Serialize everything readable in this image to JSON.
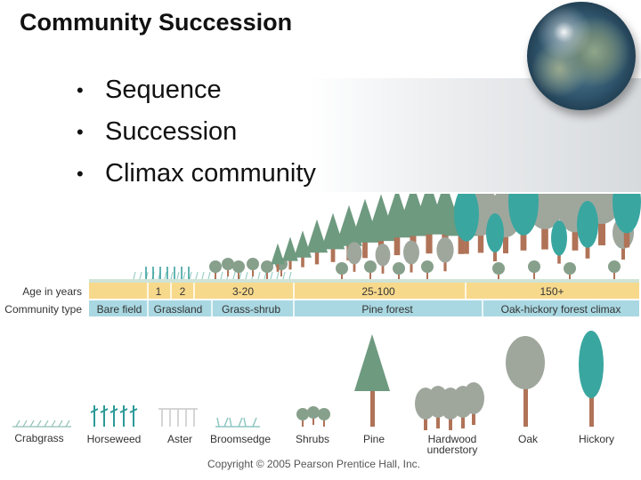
{
  "slide": {
    "title": "Community Succession",
    "bullets": [
      "Sequence",
      "Succession",
      "Climax community"
    ]
  },
  "diagram": {
    "row_labels": {
      "age": "Age in years",
      "community": "Community type"
    },
    "age_cells": [
      "1",
      "2",
      "3-20",
      "25-100",
      "150+"
    ],
    "community_cells": [
      "Bare field",
      "Grassland",
      "Grass-shrub",
      "Pine forest",
      "Oak-hickory forest climax"
    ],
    "legend": [
      "Crabgrass",
      "Horseweed",
      "Aster",
      "Broomsedge",
      "Shrubs",
      "Pine",
      "Hardwood",
      "understory",
      "Oak",
      "Hickory"
    ],
    "colors": {
      "age_band": "#f7d98c",
      "community_band": "#a9d8e2",
      "pine": "#6e9a80",
      "oak": "#9fa79d",
      "hickory": "#3aa6a0",
      "trunk": "#b07358"
    }
  },
  "copyright": "Copyright © 2005 Pearson Prentice Hall, Inc."
}
